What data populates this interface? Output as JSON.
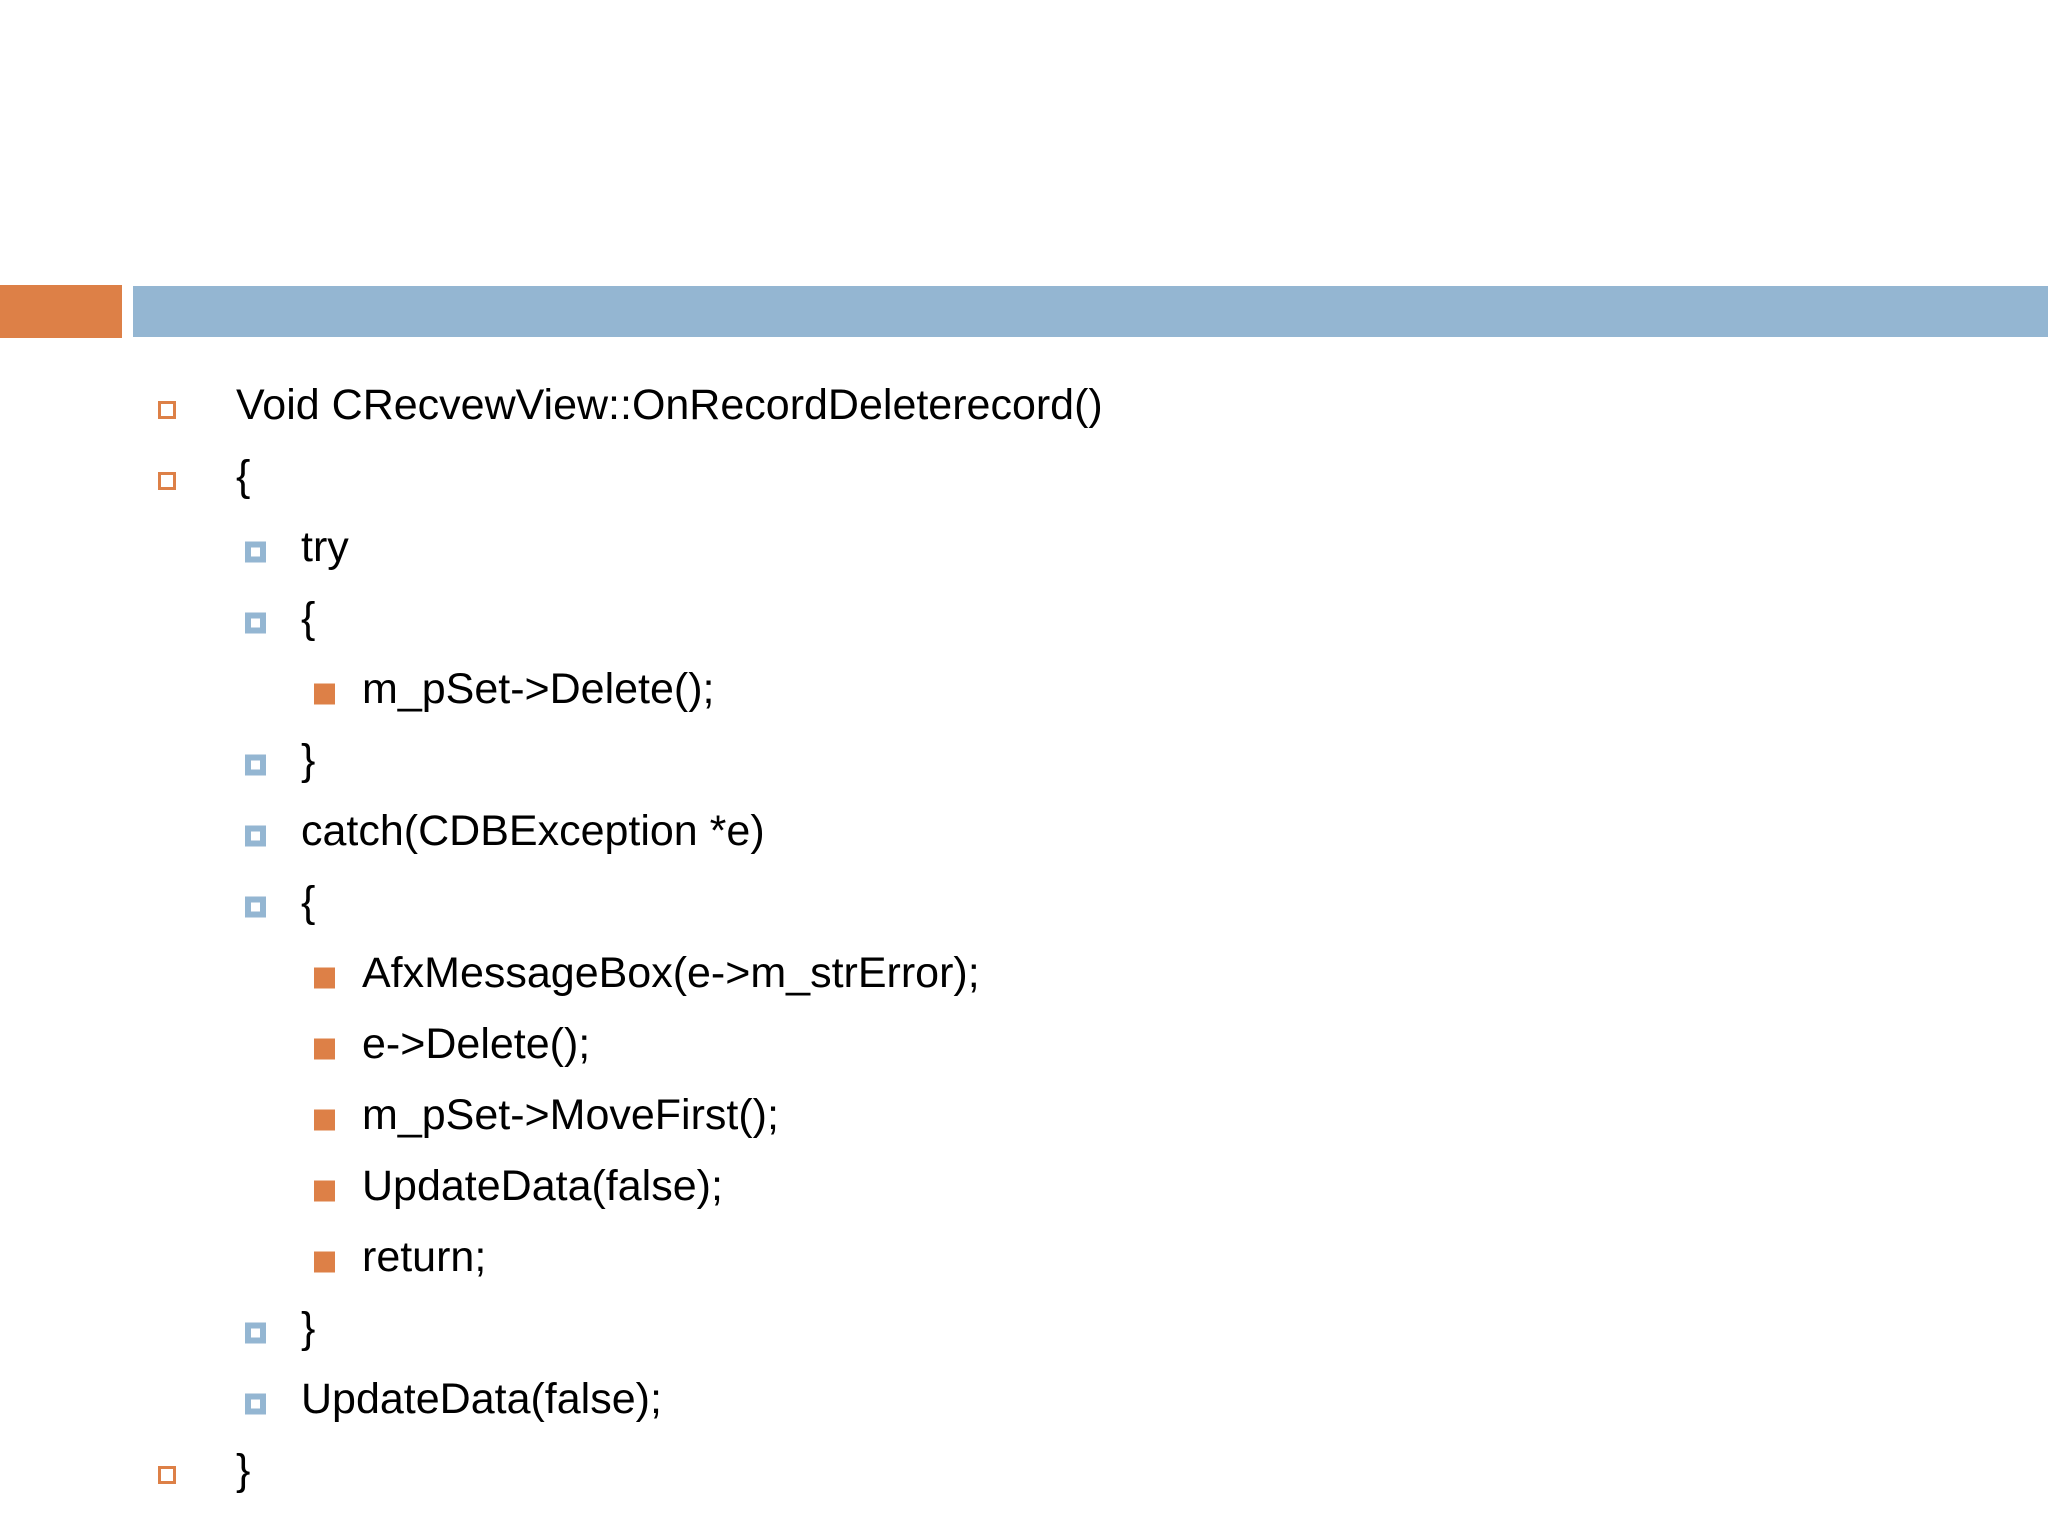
{
  "slide": {
    "background_color": "#FFFFFF",
    "theme": {
      "orange": "#DD8047",
      "blue": "#94B6D2",
      "text_color": "#000000"
    },
    "header": {
      "orange_block_color": "#DD8047",
      "blue_bar_color": "#94B6D2",
      "title_text": ""
    },
    "bullets": {
      "level1_icon": "square-outline-orange",
      "level2_icon": "square-thick-border-blue",
      "level3_icon": "square-filled-orange"
    },
    "code_lines": [
      {
        "level": 1,
        "text": "Void CRecvewView::OnRecordDeleterecord()"
      },
      {
        "level": 1,
        "text": "{"
      },
      {
        "level": 2,
        "text": "try"
      },
      {
        "level": 2,
        "text": "{"
      },
      {
        "level": 3,
        "text": "m_pSet->Delete();"
      },
      {
        "level": 2,
        "text": "}"
      },
      {
        "level": 2,
        "text": "catch(CDBException *e)"
      },
      {
        "level": 2,
        "text": "{"
      },
      {
        "level": 3,
        "text": "AfxMessageBox(e->m_strError);"
      },
      {
        "level": 3,
        "text": "e->Delete();"
      },
      {
        "level": 3,
        "text": "m_pSet->MoveFirst();"
      },
      {
        "level": 3,
        "text": "UpdateData(false);"
      },
      {
        "level": 3,
        "text": "return;"
      },
      {
        "level": 2,
        "text": "}"
      },
      {
        "level": 2,
        "text": "UpdateData(false);"
      },
      {
        "level": 1,
        "text": "}"
      }
    ]
  }
}
